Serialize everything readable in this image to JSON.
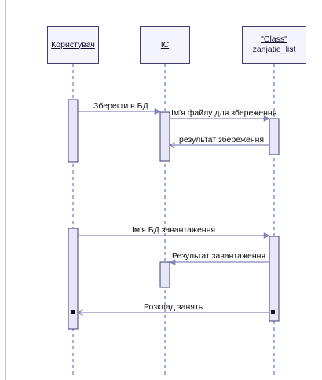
{
  "lifelines": {
    "user": "Користувач",
    "ic": "IC",
    "class_line1": "\"Class\"",
    "class_line2": "zanjatie_list"
  },
  "messages": {
    "m1": "Зберегти в БД",
    "m2": "Ім'я файлу для збереження",
    "m3": "результат збереження",
    "m4": "Ім'я БД завантаження",
    "m5": "Результат завантаження",
    "m6": "Розклад занять"
  },
  "colors": {
    "lifeline": "#3e66c4",
    "border": "#3e3e74",
    "activation_fill": "#e6e6f8",
    "arrow": "#6a6aa8"
  }
}
